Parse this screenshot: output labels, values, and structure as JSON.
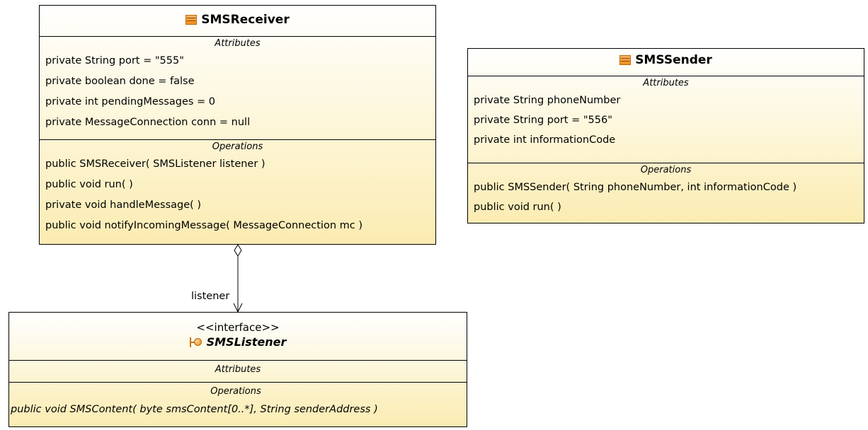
{
  "classes": {
    "receiver": {
      "name": "SMSReceiver",
      "attributes_title": "Attributes",
      "attributes": [
        "private String port = \"555\"",
        "private boolean done = false",
        "private int pendingMessages = 0",
        "private MessageConnection conn = null"
      ],
      "operations_title": "Operations",
      "operations": [
        "public SMSReceiver( SMSListener listener )",
        "public void  run(  )",
        "private void  handleMessage(  )",
        "public void  notifyIncomingMessage( MessageConnection mc )"
      ]
    },
    "sender": {
      "name": "SMSSender",
      "attributes_title": "Attributes",
      "attributes": [
        "private String phoneNumber",
        "private String port = \"556\"",
        "private int informationCode"
      ],
      "operations_title": "Operations",
      "operations": [
        "public SMSSender( String phoneNumber, int informationCode )",
        "public void  run(  )"
      ]
    },
    "listener": {
      "stereotype": "<<interface>>",
      "name": "SMSListener",
      "attributes_title": "Attributes",
      "operations_title": "Operations",
      "operations": [
        "public void  SMSContent( byte smsContent[0..*], String senderAddress )"
      ]
    }
  },
  "association": {
    "role": "listener",
    "source_end": "aggregation-diamond",
    "target_end": "open-arrow"
  },
  "icons": {
    "class": "class-icon",
    "interface": "interface-icon"
  },
  "colors": {
    "fill_top": "#ffffff",
    "fill_bottom": "#fcecb2",
    "border": "#000000",
    "icon_orange": "#f28f1c"
  }
}
